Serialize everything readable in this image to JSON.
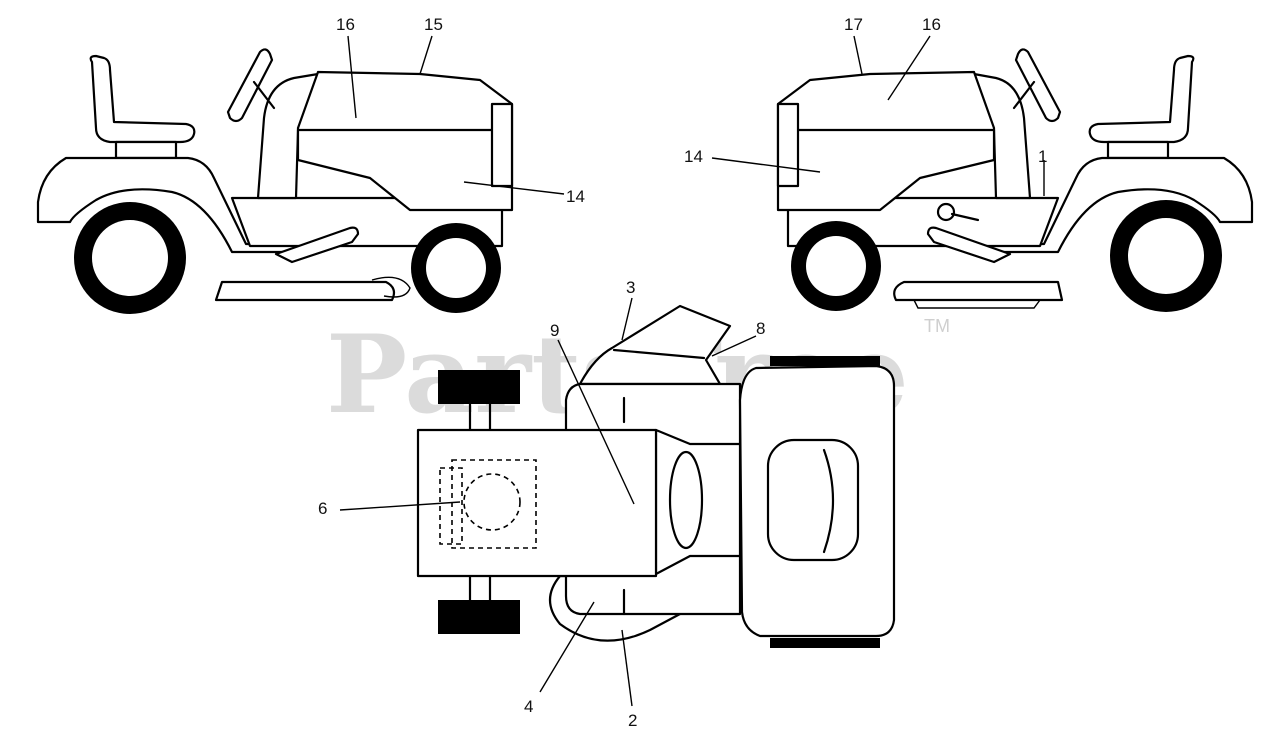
{
  "watermark": {
    "text": "PartsTree",
    "trademark": "TM",
    "color": "#cfcfcf"
  },
  "callouts": {
    "left_view": [
      "16",
      "15",
      "14"
    ],
    "right_view": [
      "17",
      "16",
      "14",
      "1"
    ],
    "top_view": [
      "3",
      "9",
      "8",
      "6",
      "4",
      "2"
    ]
  },
  "colors": {
    "line": "#000000",
    "background": "#ffffff"
  }
}
